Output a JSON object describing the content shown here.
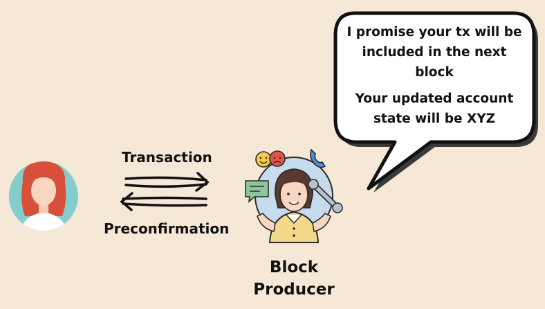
{
  "diagram": {
    "transaction_label": "Transaction",
    "preconfirmation_label": "Preconfirmation",
    "block_producer_label": "Block Producer",
    "speech_bubble": {
      "line1": "I promise your tx will be included in the next block",
      "line2": "Your updated account state will be XYZ"
    }
  },
  "colors": {
    "background": "#f5e8d6",
    "user_avatar_bg": "#85cccd",
    "user_hair": "#d9503a",
    "producer_halo": "#c6dcee",
    "producer_shirt": "#f4d98a",
    "bubble_fill": "#ffffff",
    "text": "#111111"
  },
  "icons": [
    "user-avatar-icon",
    "block-producer-icon",
    "happy-face-icon",
    "angry-face-icon",
    "phone-icon",
    "chat-icon",
    "wrench-icon",
    "right-arrow-icon",
    "left-arrow-icon"
  ]
}
